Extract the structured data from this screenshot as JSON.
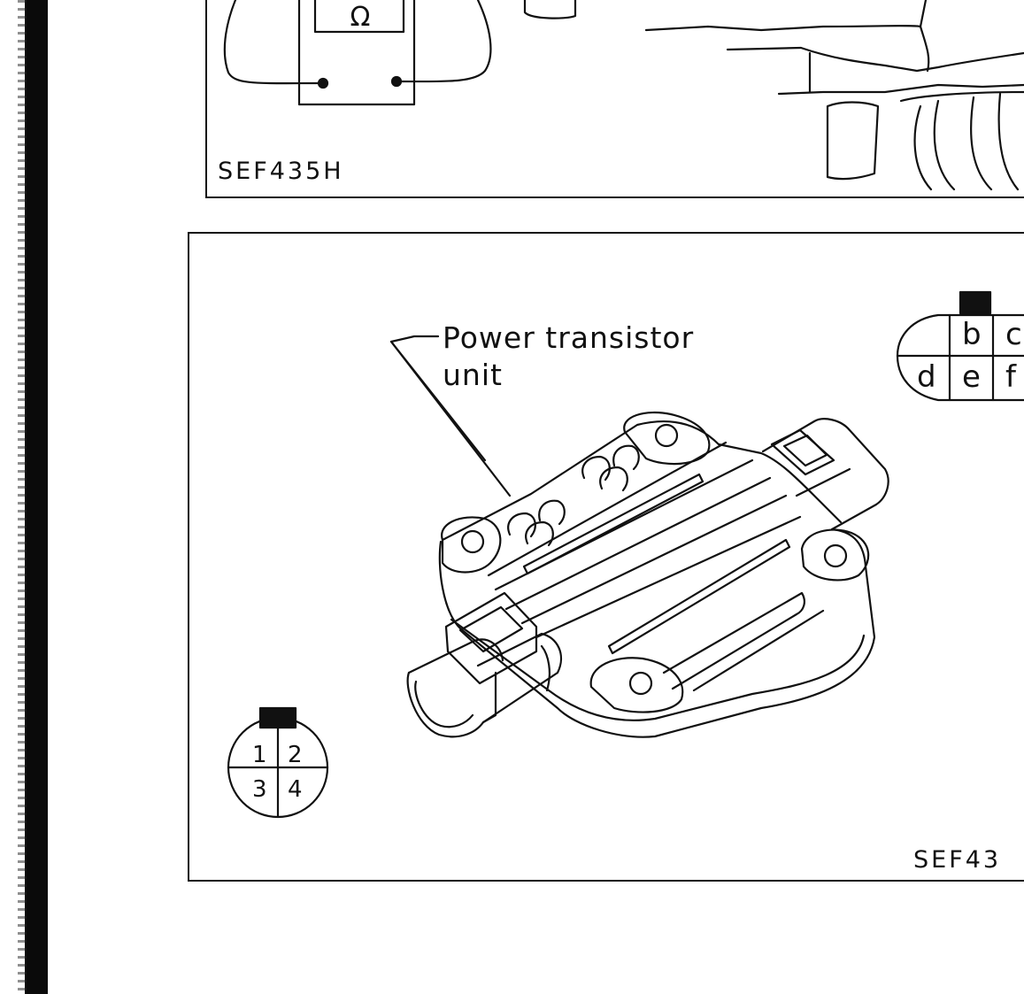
{
  "figures": [
    {
      "code": "SEF435H"
    },
    {
      "code": "SEF43",
      "callout": {
        "line1": "Power transistor",
        "line2": "unit"
      },
      "connector_large": {
        "top": [
          "b",
          "c"
        ],
        "bottom": [
          "d",
          "e",
          "f"
        ]
      },
      "connector_small": {
        "top": [
          "1",
          "2"
        ],
        "bottom": [
          "3",
          "4"
        ]
      }
    }
  ],
  "meter_symbol": "Ω"
}
